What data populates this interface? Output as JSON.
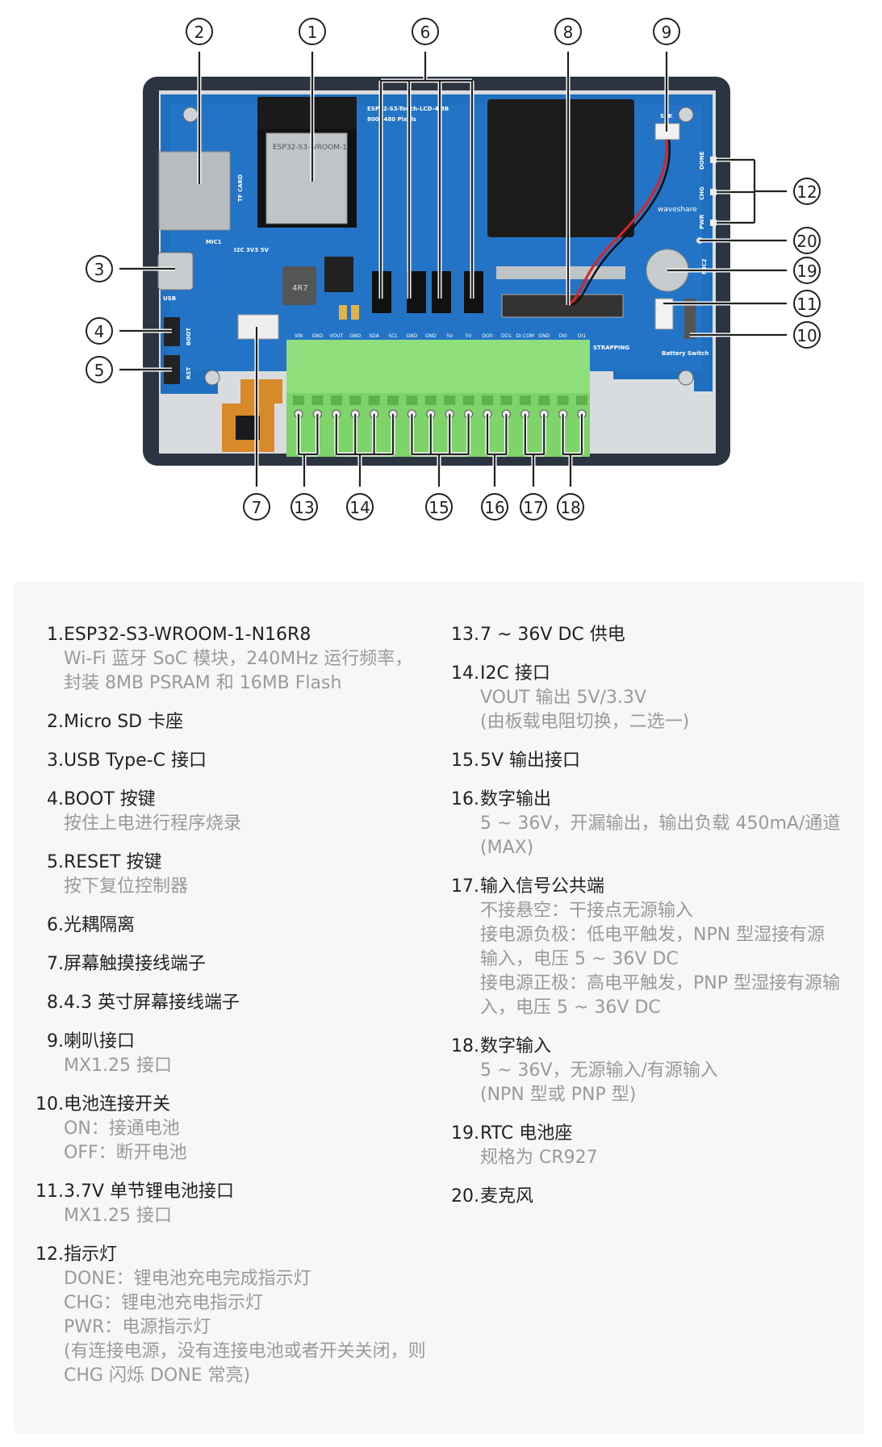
{
  "diagram": {
    "board_silkscreen": {
      "product": "ESP32-S3-Touch-LCD-4.3B",
      "resolution": "800×480 Pixels",
      "module": "ESP32-S3-WROOM-1",
      "brand": "waveshare",
      "pin_labels": [
        "VIN",
        "GND",
        "VOUT",
        "GND",
        "SDA",
        "SCL",
        "GND",
        "GND",
        "5V",
        "5V",
        "DO0",
        "DO1",
        "DI COM",
        "GND",
        "DI0",
        "DI1"
      ],
      "usb": "USB",
      "tf_card": "TF CARD",
      "mic1": "MIC1",
      "i2c": "I2C 3V3 5V",
      "boot": "BOOT",
      "rst": "RST",
      "done": "DONE",
      "chg": "CHG",
      "pwr": "PWR",
      "mic2": "MIC2",
      "strapping": "STRAPPING",
      "battery_switch": "Battery Switch",
      "inductor": "4R7",
      "spk": "SPK"
    },
    "callouts": [
      "1",
      "2",
      "3",
      "4",
      "5",
      "6",
      "7",
      "8",
      "9",
      "10",
      "11",
      "12",
      "13",
      "14",
      "15",
      "16",
      "17",
      "18",
      "19",
      "20"
    ],
    "colors": {
      "pcb": "#1f6fc0",
      "terminal": "#7ed36a",
      "frame": "#2b3440"
    }
  },
  "legend": {
    "left": [
      {
        "num": "1.",
        "title": "ESP32-S3-WROOM-1-N16R8",
        "sub": [
          "Wi-Fi 蓝牙 SoC 模块，240MHz 运行频率，",
          "封装 8MB PSRAM 和 16MB Flash"
        ]
      },
      {
        "num": "2.",
        "title": "Micro SD 卡座",
        "sub": []
      },
      {
        "num": "3.",
        "title": "USB Type-C 接口",
        "sub": []
      },
      {
        "num": "4.",
        "title": "BOOT 按键",
        "sub": [
          "按住上电进行程序烧录"
        ]
      },
      {
        "num": "5.",
        "title": "RESET 按键",
        "sub": [
          "按下复位控制器"
        ]
      },
      {
        "num": "6.",
        "title": "光耦隔离",
        "sub": []
      },
      {
        "num": "7.",
        "title": "屏幕触摸接线端子",
        "sub": []
      },
      {
        "num": "8.",
        "title": "4.3 英寸屏幕接线端子",
        "sub": []
      },
      {
        "num": "9.",
        "title": "喇叭接口",
        "sub": [
          "MX1.25 接口"
        ]
      },
      {
        "num": "10.",
        "title": "电池连接开关",
        "sub": [
          "ON：接通电池",
          "OFF：断开电池"
        ]
      },
      {
        "num": "11.",
        "title": "3.7V 单节锂电池接口",
        "sub": [
          "MX1.25 接口"
        ]
      },
      {
        "num": "12.",
        "title": "指示灯",
        "sub": [
          "DONE：锂电池充电完成指示灯",
          "CHG：锂电池充电指示灯",
          "PWR：电源指示灯",
          "(有连接电源，没有连接电池或者开关关闭，则",
          "CHG 闪烁 DONE 常亮)"
        ]
      }
    ],
    "right": [
      {
        "num": "13.",
        "title": "7 ~ 36V DC 供电",
        "sub": []
      },
      {
        "num": "14.",
        "title": "I2C 接口",
        "sub": [
          "VOUT 输出 5V/3.3V",
          "(由板载电阻切换，二选一)"
        ]
      },
      {
        "num": "15.",
        "title": "5V 输出接口",
        "sub": []
      },
      {
        "num": "16.",
        "title": "数字输出",
        "sub": [
          "5 ~ 36V，开漏输出，输出负载 450mA/通道",
          "(MAX)"
        ]
      },
      {
        "num": "17.",
        "title": "输入信号公共端",
        "sub": [
          "不接悬空：干接点无源输入",
          "接电源负极：低电平触发，NPN 型湿接有源",
          "输入，电压 5 ~ 36V DC",
          "接电源正极：高电平触发，PNP 型湿接有源输",
          "入，电压 5 ~ 36V DC"
        ]
      },
      {
        "num": "18.",
        "title": "数字输入",
        "sub": [
          "5 ~ 36V，无源输入/有源输入",
          "(NPN 型或 PNP 型)"
        ]
      },
      {
        "num": "19.",
        "title": "RTC 电池座",
        "sub": [
          "规格为 CR927"
        ]
      },
      {
        "num": "20.",
        "title": "麦克风",
        "sub": []
      }
    ]
  }
}
